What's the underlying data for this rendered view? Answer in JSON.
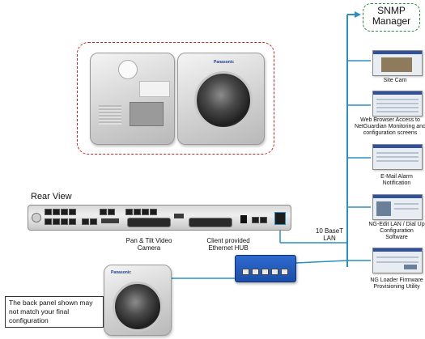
{
  "snmp": {
    "title": "SNMP\nManager"
  },
  "rear_view": {
    "title": "Rear View"
  },
  "devices": [
    {
      "label": "Site Cam"
    },
    {
      "label": "Web Browser Access to NetGuardian Monitoring and configuration screens"
    },
    {
      "label": "E-Mail Alarm Notification"
    },
    {
      "label": "NG-Edit LAN / Dial Up Configuration Software"
    },
    {
      "label": "NG Loader Firmware Provisioning Utility"
    }
  ],
  "lan": {
    "label": "10 BaseT LAN"
  },
  "camera": {
    "label": "Pan & Tilt Video Camera"
  },
  "hub": {
    "label": "Client provided Ethernet HUB"
  },
  "note": {
    "text": "The back panel shown may not match your final configuration"
  },
  "brand": {
    "name": "Panasonic"
  },
  "colors": {
    "network_line": "#2a8fc2",
    "dashed_red": "#cc2222",
    "dashed_green": "#2e8b3e",
    "hub_blue": "#1b4fa8"
  }
}
